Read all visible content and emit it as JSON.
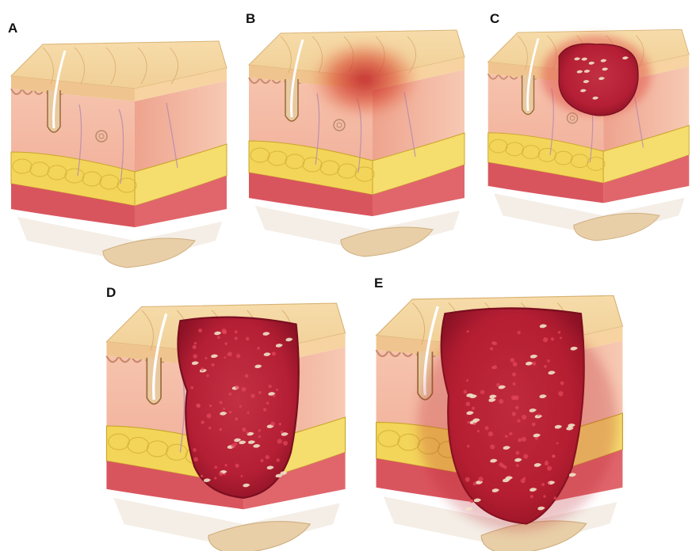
{
  "panels": [
    {
      "label": "A"
    },
    {
      "label": "B"
    },
    {
      "label": "C"
    },
    {
      "label": "D"
    },
    {
      "label": "E"
    }
  ],
  "colors": {
    "skin_top": "#f1cf96",
    "dermis": "#f2b39f",
    "fat": "#f3d55a",
    "muscle": "#d9555e",
    "bone": "#e8cfa8",
    "wound": "#b51f35",
    "wound_dark": "#8d1225",
    "slough": "#efe3c8"
  }
}
